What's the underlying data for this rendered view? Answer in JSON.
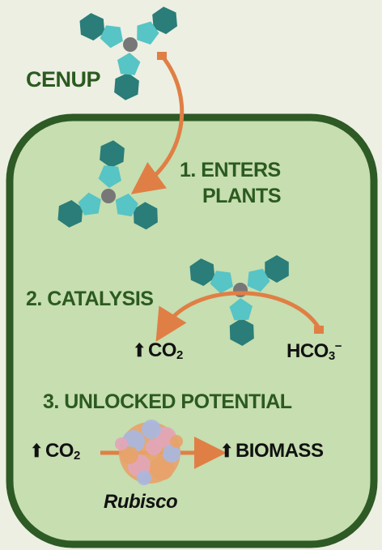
{
  "labels": {
    "cenup": "CENUP",
    "step1_line1": "1. ENTERS",
    "step1_line2": "PLANTS",
    "step2": "2. CATALYSIS",
    "step3": "3. UNLOCKED POTENTIAL",
    "co2_prefix": "CO",
    "co2_sub": "2",
    "hco3_prefix": "HCO",
    "hco3_sub": "3",
    "hco3_sup": "−",
    "biomass": "BIOMASS",
    "rubisco": "Rubisco",
    "up_arrow": "⬆"
  },
  "colors": {
    "background": "#edefe3",
    "cell_fill": "#c6deb0",
    "cell_border": "#2e5a25",
    "label_green": "#2b5a1f",
    "arrow_orange": "#e07f45",
    "hexagon_dark": "#2a7d78",
    "pentagon_light": "#57c4c5",
    "center_node": "#777777",
    "rubisco_orange": "#e7a36a",
    "rubisco_blue": "#a9b7e0",
    "rubisco_pink": "#e2a6b9"
  },
  "icons": [
    "cenup-molecule-icon",
    "rubisco-protein-icon",
    "up-arrow-icon"
  ]
}
